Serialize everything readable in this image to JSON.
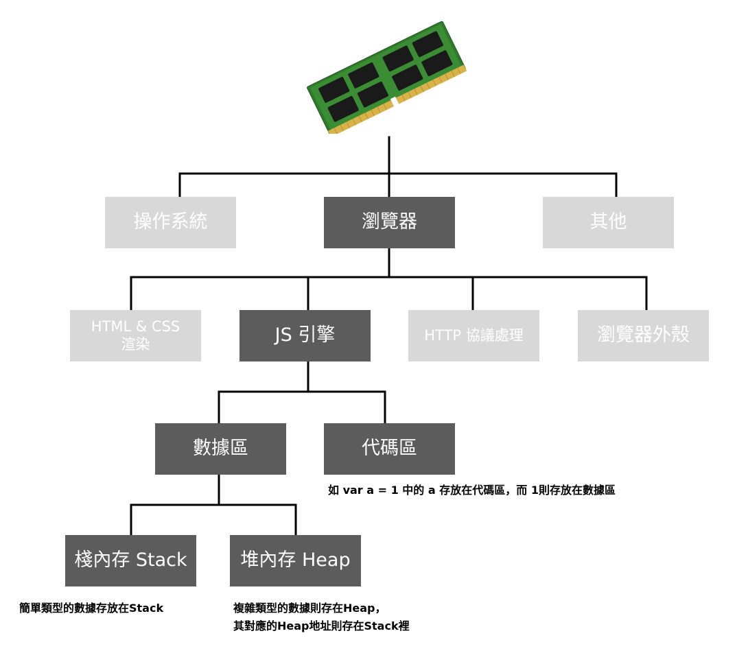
{
  "colors": {
    "dark_box": "#5c5c5c",
    "light_box": "#d8d8d8",
    "line": "#000000",
    "box_text": "#ffffff"
  },
  "top_icon": "ram-module-icon",
  "level1": {
    "os": "操作系統",
    "browser": "瀏覽器",
    "other": "其他"
  },
  "level2": {
    "render_line1": "HTML & CSS",
    "render_line2": "渲染",
    "js_engine": "JS 引擎",
    "http": "HTTP 協議處理",
    "shell": "瀏覽器外殼"
  },
  "level3": {
    "data": "數據區",
    "code": "代碼區"
  },
  "code_note": "如 var a = 1 中的 a 存放在代碼區，而 1則存放在數據區",
  "level4": {
    "stack": "棧內存 Stack",
    "heap": "堆內存 Heap"
  },
  "stack_note": "簡單類型的數據存放在Stack",
  "heap_note_line1": "複雜類型的數據則存在Heap，",
  "heap_note_line2": "其對應的Heap地址則存在Stack裡"
}
